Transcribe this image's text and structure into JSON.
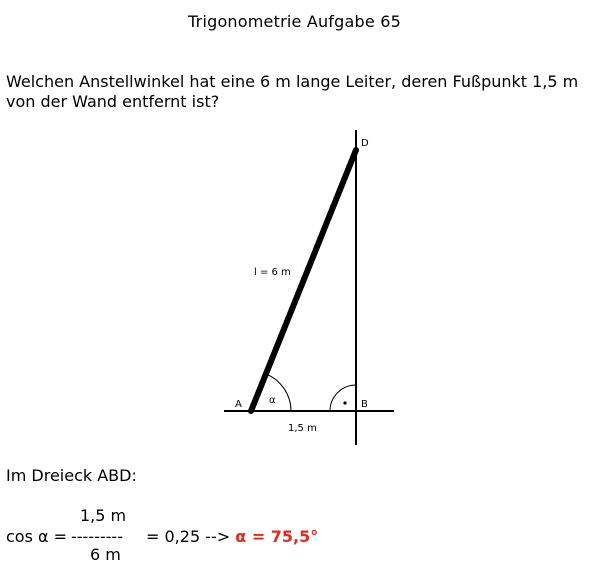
{
  "page": {
    "title": "Trigonometrie Aufgabe 65",
    "question_line1": "Welchen Anstellwinkel hat eine 6 m lange Leiter, deren Fußpunkt 1,5 m",
    "question_line2": "von der Wand entfernt ist?"
  },
  "diagram": {
    "label_a": "A",
    "label_b": "B",
    "label_d": "D",
    "alpha": "α",
    "length_label": "l = 6 m",
    "base_label": "1,5 m",
    "colors": {
      "ladder": "#000000",
      "lines": "#000000"
    }
  },
  "solution": {
    "heading": "Im Dreieck ABD:",
    "numerator": "1,5 m",
    "lhs": "cos α =",
    "fraction_bar": "---------",
    "equals_value": "= 0,25 -->",
    "result": "α = 75,5°",
    "denominator": "6 m",
    "result_color": "#e8281c"
  }
}
